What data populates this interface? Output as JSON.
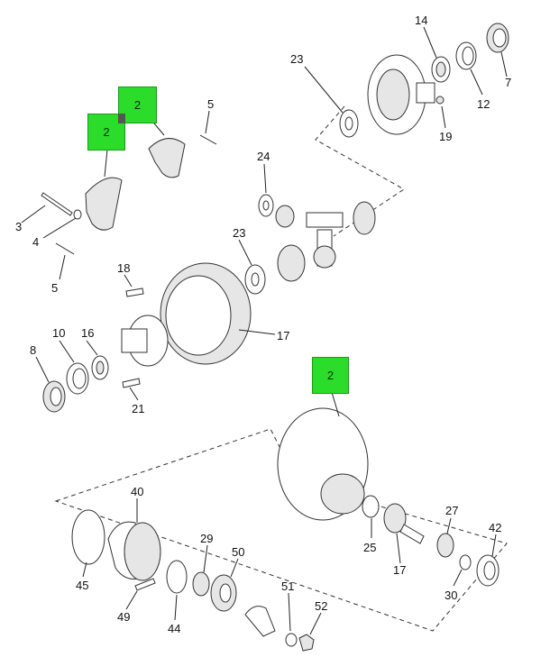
{
  "callouts": [
    "2",
    "2",
    "2"
  ],
  "labels": {
    "l14": "14",
    "l7": "7",
    "l23a": "23",
    "l12": "12",
    "l19": "19",
    "l5a": "5",
    "l24": "24",
    "l3": "3",
    "l4": "4",
    "l23b": "23",
    "l5b": "5",
    "l18": "18",
    "l17a": "17",
    "l10": "10",
    "l16": "16",
    "l8": "8",
    "l21": "21",
    "l40": "40",
    "l27": "27",
    "l42": "42",
    "l45": "45",
    "l29": "29",
    "l50": "50",
    "l25": "25",
    "l17b": "17",
    "l30": "30",
    "l49": "49",
    "l44": "44",
    "l51": "51",
    "l52": "52"
  }
}
